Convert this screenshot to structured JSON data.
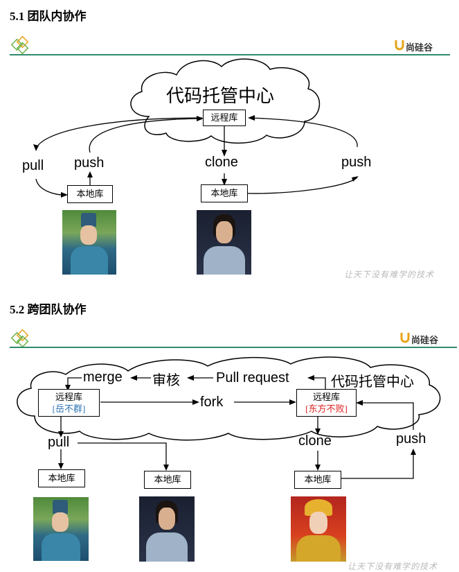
{
  "section1": {
    "title": "5.1  团队内协作",
    "brand": "尚硅谷",
    "cloud_title": "代码托管中心",
    "remote_repo": "远程库",
    "local_repo": "本地库",
    "labels": {
      "pull": "pull",
      "push_left": "push",
      "clone": "clone",
      "push_right": "push"
    },
    "slogan": "让天下没有难学的技术"
  },
  "section2": {
    "title": "5.2  跨团队协作",
    "brand": "尚硅谷",
    "cloud_title": "代码托管中心",
    "remote_left": "远程库",
    "remote_left_owner": "[岳不群]",
    "remote_right": "远程库",
    "remote_right_owner": "[东方不败]",
    "local_repo": "本地库",
    "labels": {
      "merge": "merge",
      "review": "审核",
      "pull_request": "Pull request",
      "fork": "fork",
      "pull": "pull",
      "clone": "clone",
      "push": "push"
    },
    "slogan": "让天下没有难学的技术"
  },
  "colors": {
    "header_line": "#2f8a6e",
    "logo_green": "#6bb34a",
    "logo_orange": "#e8a317",
    "owner_left": "#2e75b6",
    "owner_right": "#e02020"
  },
  "icons": [
    "diamond-logo-icon",
    "brand-u-icon"
  ]
}
